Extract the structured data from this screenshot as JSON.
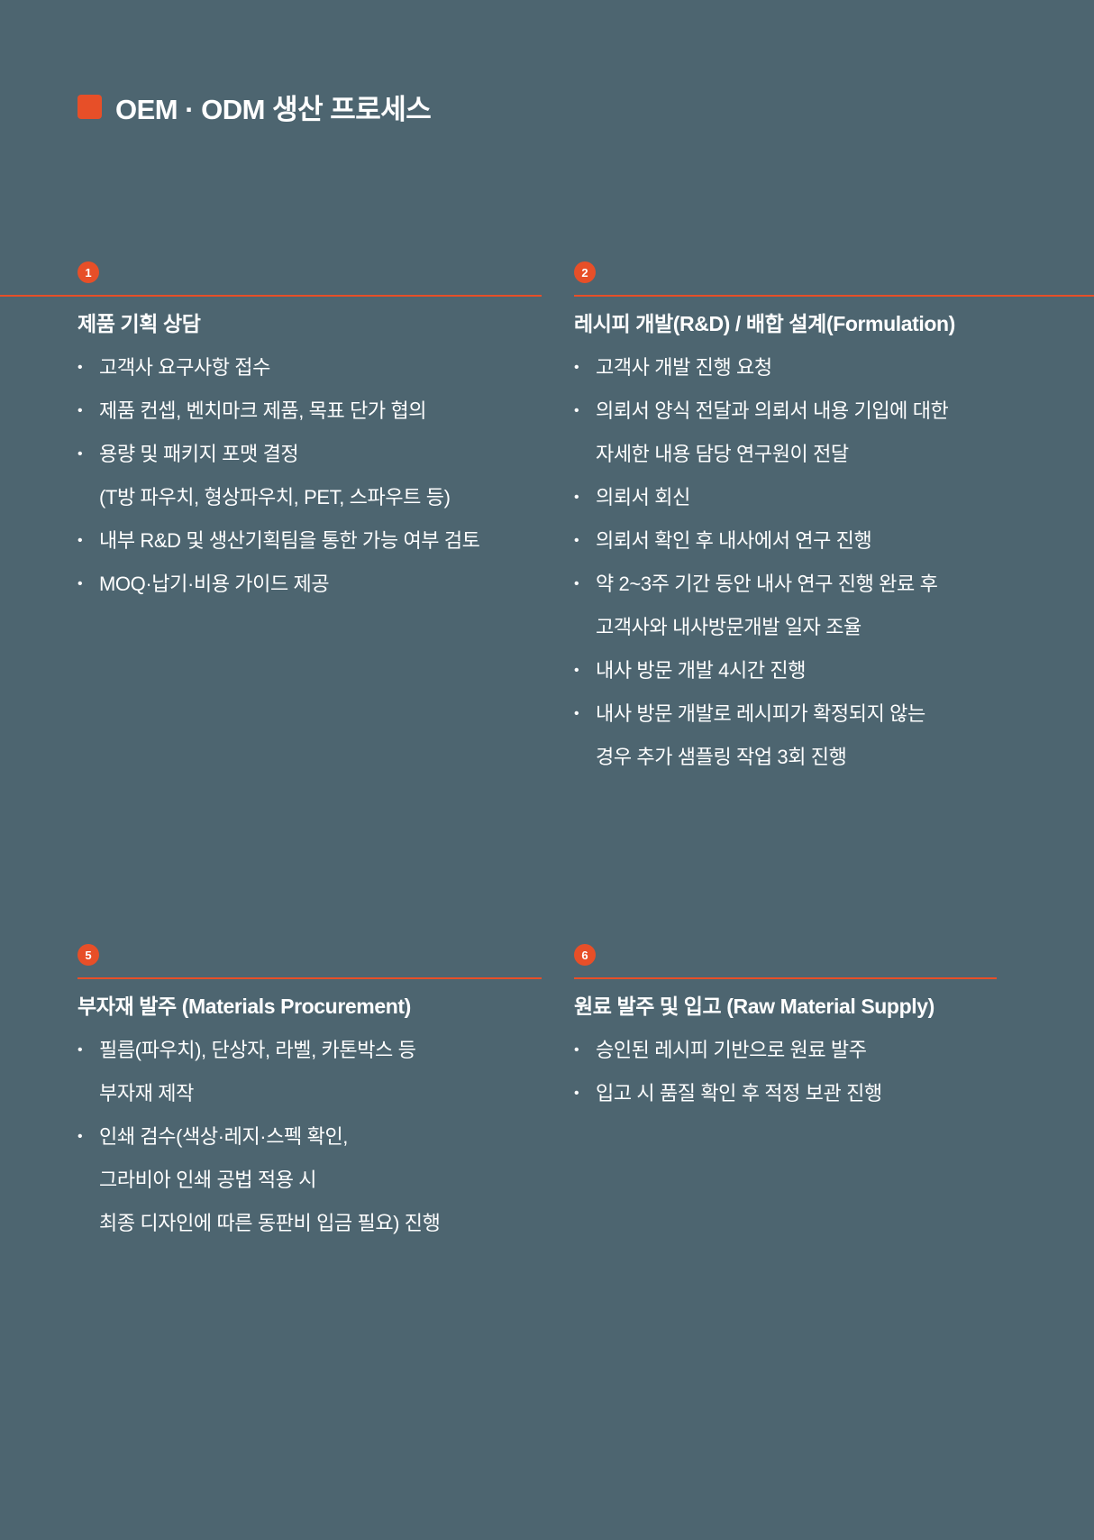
{
  "page": {
    "title": "OEM · ODM 생산 프로세스",
    "background_color": "#4d6570",
    "accent_color": "#e74f28",
    "text_color": "#ffffff",
    "bullet_char": "•"
  },
  "sections": [
    {
      "number": "1",
      "title": "제품 기획 상담",
      "lines": [
        {
          "text": "고객사 요구사항 접수"
        },
        {
          "text": "제품 컨셉, 벤치마크 제품, 목표 단가 협의"
        },
        {
          "text": "용량 및 패키지 포맷 결정"
        },
        {
          "text": "(T방 파우치, 형상파우치, PET, 스파우트 등)"
        },
        {
          "text": "내부 R&D 및 생산기획팀을 통한 가능 여부 검토"
        },
        {
          "text": "MOQ·납기·비용 가이드 제공"
        }
      ]
    },
    {
      "number": "2",
      "title": "레시피 개발(R&D) / 배합 설계(Formulation)",
      "lines": [
        {
          "text": "고객사 개발 진행 요청"
        },
        {
          "text": "의뢰서 양식 전달과 의뢰서 내용 기입에 대한"
        },
        {
          "text": "자세한 내용 담당 연구원이 전달"
        },
        {
          "text": "의뢰서 회신"
        },
        {
          "text": "의뢰서 확인 후 내사에서 연구 진행"
        },
        {
          "text": "약 2~3주 기간 동안 내사 연구 진행 완료 후"
        },
        {
          "text": "고객사와 내사방문개발 일자 조율"
        },
        {
          "text": "내사 방문 개발 4시간 진행"
        },
        {
          "text": "내사 방문 개발로 레시피가 확정되지 않는"
        },
        {
          "text": "경우 추가 샘플링 작업 3회 진행"
        }
      ]
    },
    {
      "number": "5",
      "title": "부자재 발주 (Materials Procurement)",
      "lines": [
        {
          "text": "필름(파우치), 단상자, 라벨, 카톤박스 등"
        },
        {
          "text": "부자재 제작"
        },
        {
          "text": "인쇄 검수(색상·레지·스펙 확인,"
        },
        {
          "text": "그라비아 인쇄 공법 적용 시"
        },
        {
          "text": "최종 디자인에 따른 동판비 입금 필요) 진행"
        }
      ]
    },
    {
      "number": "6",
      "title": "원료 발주 및 입고 (Raw Material Supply)",
      "lines": [
        {
          "text": "승인된 레시피 기반으로 원료 발주"
        },
        {
          "text": "입고 시 품질 확인 후 적정 보관 진행"
        }
      ]
    }
  ]
}
